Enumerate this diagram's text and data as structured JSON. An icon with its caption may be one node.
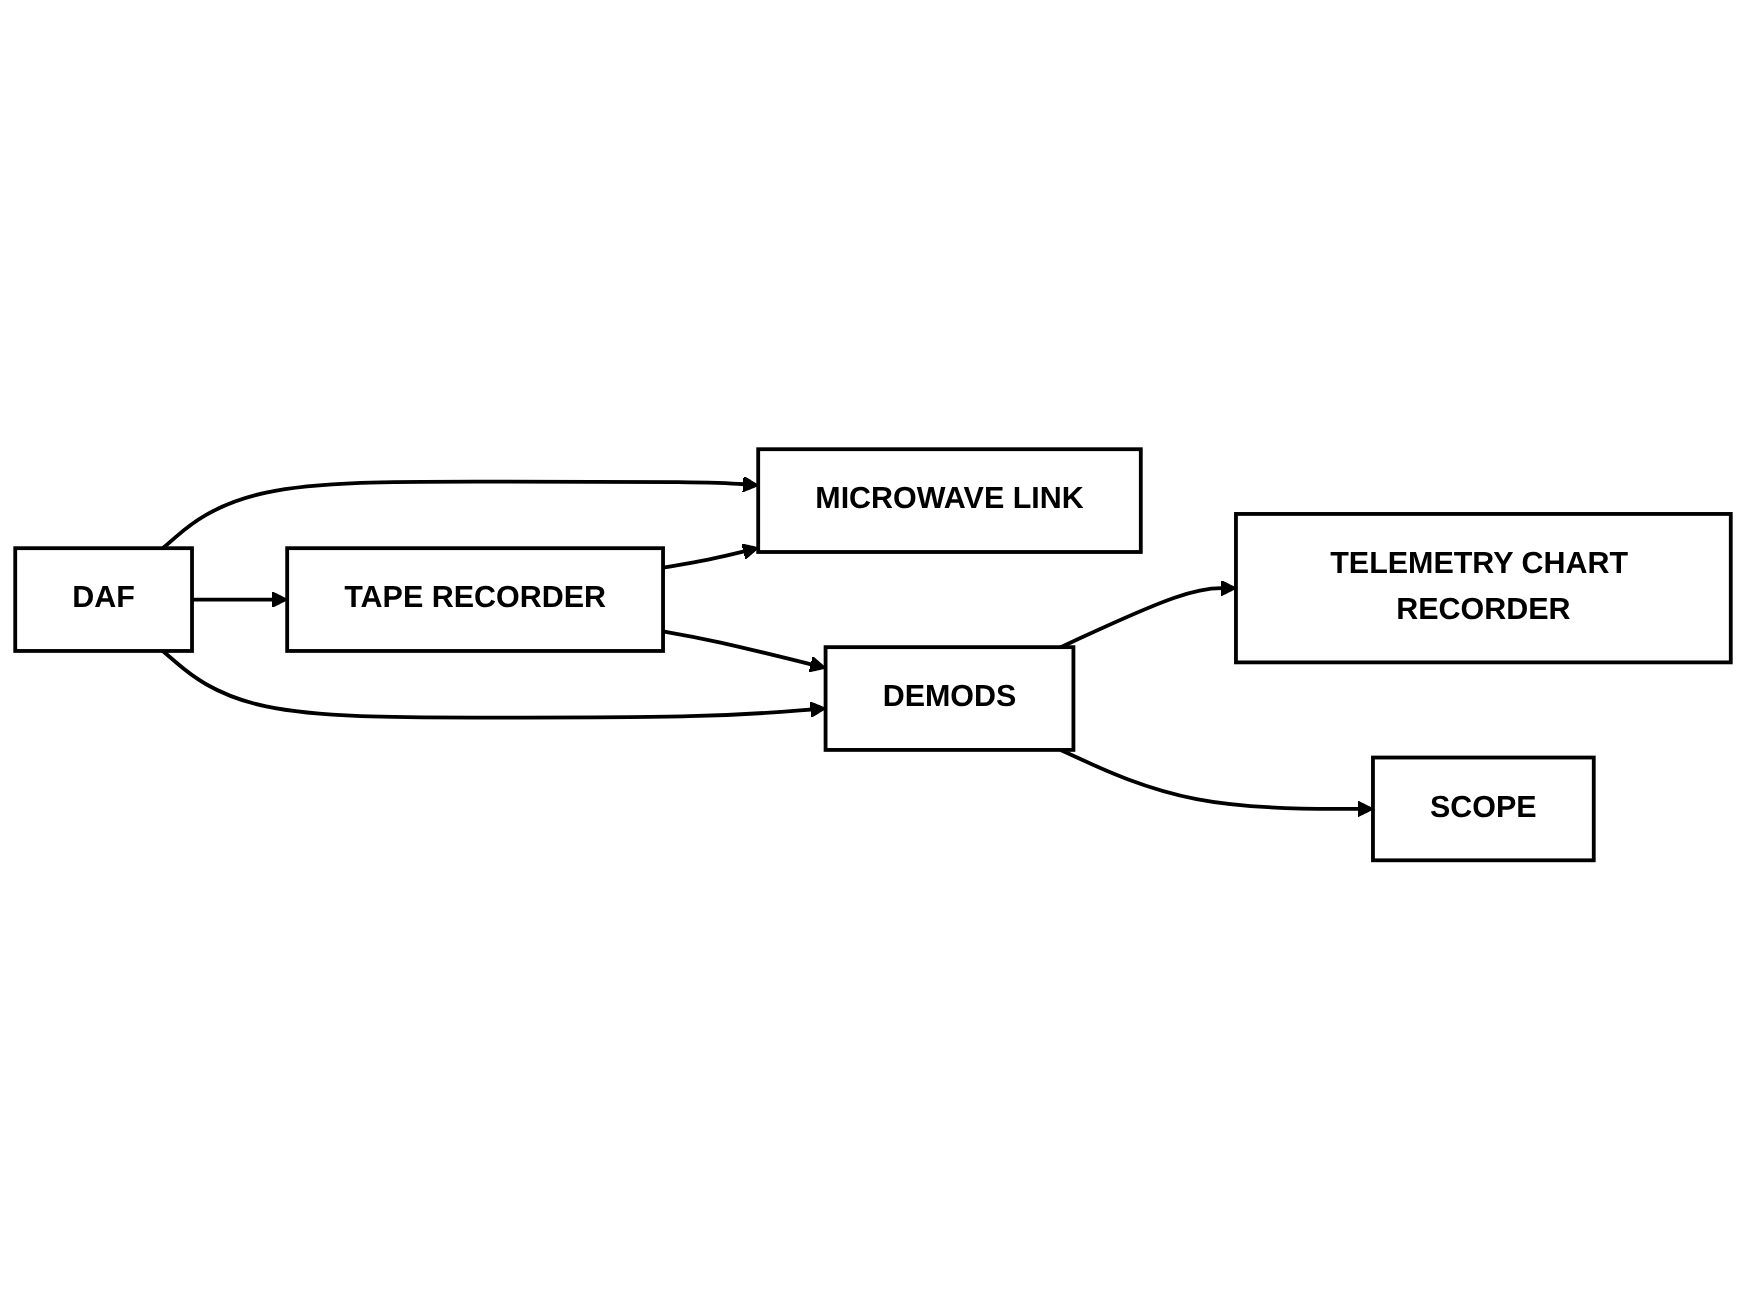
{
  "diagram": {
    "nodes": [
      {
        "text": [
          "DAF"
        ]
      },
      {
        "text": [
          "MICROWAVE LINK"
        ]
      },
      {
        "text": [
          "TAPE RECORDER"
        ]
      },
      {
        "text": [
          "DEMODS"
        ]
      },
      {
        "text": [
          "TELEMETRY CHART RECORDER"
        ]
      },
      {
        "text": [
          "SCOPE"
        ]
      }
    ],
    "edges": [
      {
        "from": 0,
        "to": 1,
        "arrow": "to"
      },
      {
        "from": 0,
        "to": 2,
        "arrow": "to"
      },
      {
        "from": 0,
        "to": 3,
        "arrow": "to"
      },
      {
        "from": 2,
        "to": 1,
        "arrow": "to"
      },
      {
        "from": 2,
        "to": 3,
        "arrow": "to"
      },
      {
        "from": 3,
        "to": 4,
        "arrow": "to"
      },
      {
        "from": 3,
        "to": 5,
        "arrow": "to"
      }
    ]
  }
}
